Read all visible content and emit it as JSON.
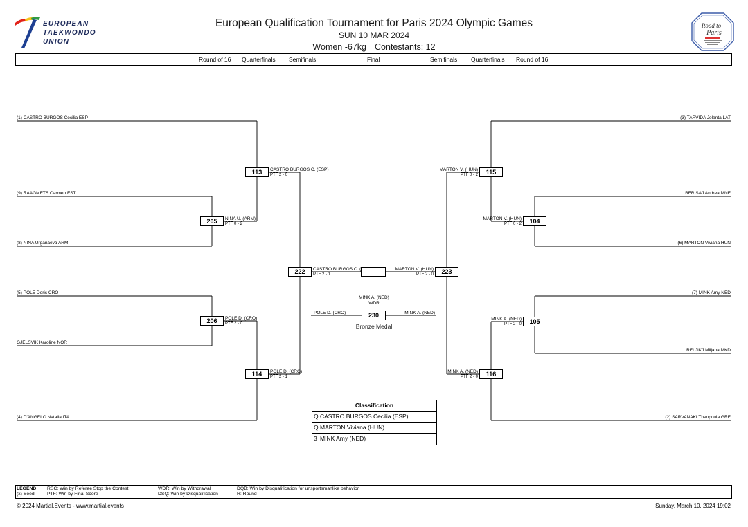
{
  "logo": {
    "lines": [
      "EUROPEAN",
      "TAEKWONDO",
      "UNION"
    ],
    "text_color": "#1d2a5a",
    "swoosh_colors": [
      "#e2231a",
      "#f7c31a",
      "#2f9a45",
      "#1d3f92"
    ]
  },
  "badge": {
    "lines": [
      "Road to",
      "Paris"
    ],
    "border_color": "#3b5ba9"
  },
  "header": {
    "title": "European Qualification Tournament for Paris 2024 Olympic Games",
    "date": "SUN 10 MAR 2024",
    "category": "Women -67kg",
    "contestants": "Contestants: 12"
  },
  "rounds": [
    "Round of 16",
    "Quarterfinals",
    "Semifinals",
    "Final",
    "Semifinals",
    "Quarterfinals",
    "Round of 16"
  ],
  "left_athletes": [
    "(1) CASTRO BURGOS Cecilia ESP",
    "(9) RAAGMETS Carmen EST",
    "(8) NINA Urganaeva ARM",
    "(5) POLE Doris CRO",
    "GJELSVIK Karoline NOR",
    "(4) D'ANGELO Natalia ITA"
  ],
  "right_athletes": [
    "(3) TARVIDA Jolanta LAT",
    "BERISAJ Andrea MNE",
    "(6) MARTON Viviana HUN",
    "(7) MINK Amy NED",
    "RELJIKJ Miljana MKD",
    "(2) SARVANAKI Theopoula GRE"
  ],
  "matches": {
    "m205": {
      "number": "205",
      "winner": "NINA U. (ARM)",
      "score": "PTF 0 - 2"
    },
    "m206": {
      "number": "206",
      "winner": "POLE D. (CRO)",
      "score": "PTF 2 - 0"
    },
    "m113": {
      "number": "113",
      "winner": "CASTRO BURGOS C. (ESP)",
      "score": "PTF 2 - 0"
    },
    "m114": {
      "number": "114",
      "winner": "POLE D. (CRO)",
      "score": "PTF 2 - 1"
    },
    "m222": {
      "number": "222",
      "winner": "CASTRO BURGOS C. (E",
      "score": "PTF 2 - 1"
    },
    "m223": {
      "number": "223",
      "winner": "MARTON V. (HUN)",
      "score": "PTF 2 - 0"
    },
    "m115": {
      "number": "115",
      "winner": "MARTON V. (HUN)",
      "score": "PTF 0 - 2"
    },
    "m116": {
      "number": "116",
      "winner": "MINK A. (NED)",
      "score": "PTF 2 - 0"
    },
    "m104": {
      "number": "104",
      "winner": "MARTON V. (HUN)",
      "score": "PTF 0 - 2"
    },
    "m105": {
      "number": "105",
      "winner": "MINK A. (NED)",
      "score": "PTF 2 - 0"
    }
  },
  "bronze": {
    "number": "230",
    "winner": "MINK A. (NED)",
    "result": "WDR",
    "left_name": "POLE D. (CRO)",
    "right_name": "MINK A. (NED)",
    "label": "Bronze Medal"
  },
  "classification": {
    "title": "Classification",
    "rows": [
      {
        "rank": "Q",
        "name": "CASTRO BURGOS Cecilia (ESP)"
      },
      {
        "rank": "Q",
        "name": "MARTON Viviana (HUN)"
      },
      {
        "rank": "3",
        "name": "MINK Amy (NED)"
      }
    ]
  },
  "legend": {
    "title": "LEGEND",
    "row1": [
      "RSC: Win by Referee Stop the Contest",
      "WDR: Win by Withdrawal",
      "DQB: Win by Disqualification for unsportsmanlike behavior"
    ],
    "row2": [
      "(x) Seed",
      "PTF: Win by Final Score",
      "DSQ: Win by Disqualification",
      "R: Round"
    ]
  },
  "footer": {
    "copyright": "© 2024 Martial.Events - www.martial.events",
    "timestamp": "Sunday, March 10, 2024 19:02"
  }
}
